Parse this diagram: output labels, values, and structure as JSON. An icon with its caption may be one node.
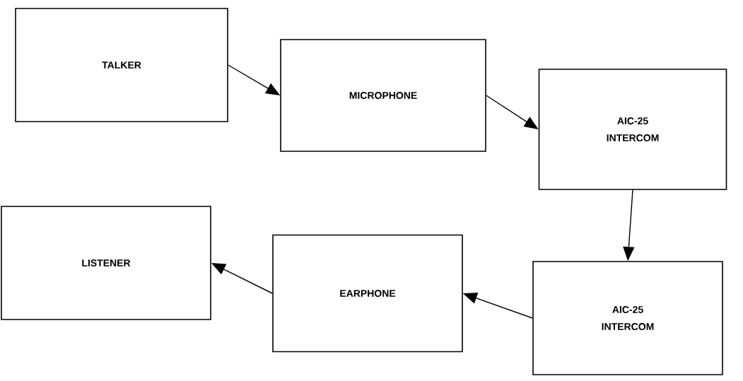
{
  "diagram": {
    "nodes": [
      {
        "text": [
          "TALKER"
        ]
      },
      {
        "text": [
          "MICROPHONE"
        ]
      },
      {
        "text": [
          "AIC-25 INTERCOM"
        ]
      },
      {
        "text": [
          "AIC-25 INTERCOM"
        ]
      },
      {
        "text": [
          "EARPHONE"
        ]
      },
      {
        "text": [
          "LISTENER"
        ]
      }
    ],
    "edges": [
      {
        "from": 0,
        "to": 1,
        "arrow": "to"
      },
      {
        "from": 1,
        "to": 2,
        "arrow": "to"
      },
      {
        "from": 2,
        "to": 3,
        "arrow": "to"
      },
      {
        "from": 3,
        "to": 4,
        "arrow": "to"
      },
      {
        "from": 4,
        "to": 5,
        "arrow": "to"
      }
    ]
  }
}
